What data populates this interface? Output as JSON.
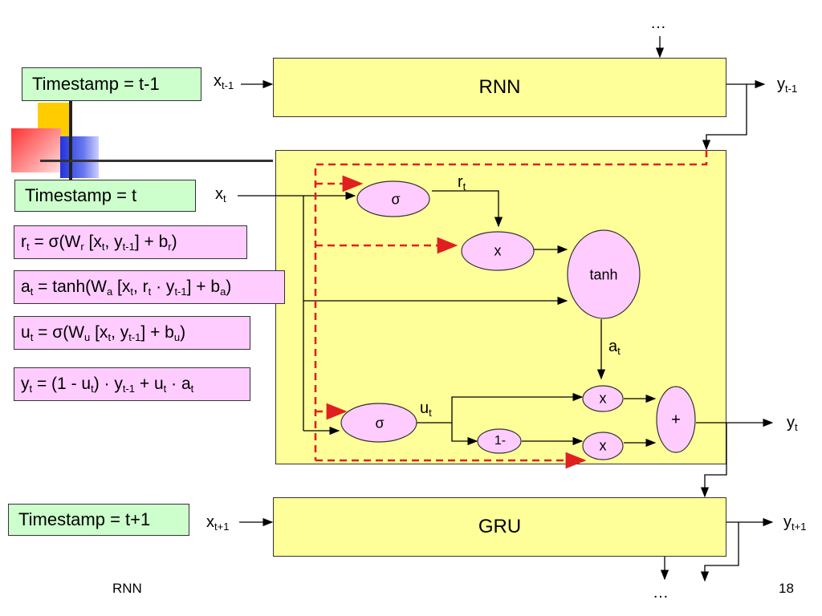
{
  "top_ellipsis": "…",
  "bottom_ellipsis": "…",
  "footer": {
    "left": "RNN",
    "page_number": "18"
  },
  "timestamps": [
    "Timestamp = t-1",
    "Timestamp = t",
    "Timestamp = t+1"
  ],
  "blocks": {
    "prev": "RNN",
    "next": "GRU"
  },
  "equations": {
    "r": {
      "pre": "r",
      "pre_sub": "t",
      "a": " = σ(W",
      "a_sub": "r",
      "b": " [x",
      "b_sub": "t",
      "c": ", y",
      "c_sub": "t-1",
      "d": "] + b",
      "d_sub": "r",
      "e": ")"
    },
    "a": {
      "pre": "a",
      "pre_sub": "t",
      "a": " = tanh(W",
      "a_sub": "a",
      "b": " [x",
      "b_sub": "t",
      "c": ", r",
      "c_sub": "t",
      "c2": " · y",
      "c2_sub": "t-1",
      "d": "] + b",
      "d_sub": "a",
      "e": ")"
    },
    "u": {
      "pre": "u",
      "pre_sub": "t",
      "a": " = σ(W",
      "a_sub": "u",
      "b": " [x",
      "b_sub": "t",
      "c": ", y",
      "c_sub": "t-1",
      "d": "] + b",
      "d_sub": "u",
      "e": ")"
    },
    "y": {
      "pre": "y",
      "pre_sub": "t",
      "a": " = (1 - u",
      "a_sub": "t",
      "b": ") · y",
      "b_sub": "t-1",
      "c": " + u",
      "c_sub": "t",
      "d": " · a",
      "d_sub": "t"
    }
  },
  "io": {
    "x_prev": {
      "base": "x",
      "sub": "t-1"
    },
    "y_prev": {
      "base": "y",
      "sub": "t-1"
    },
    "x_cur": {
      "base": "x",
      "sub": "t"
    },
    "y_cur": {
      "base": "y",
      "sub": "t"
    },
    "x_next": {
      "base": "x",
      "sub": "t+1"
    },
    "y_next": {
      "base": "y",
      "sub": "t+1"
    }
  },
  "nodes": {
    "sigma_r": "σ",
    "mult_r": "x",
    "tanh": "tanh",
    "sigma_u": "σ",
    "one_minus": "1-",
    "mult_a": "x",
    "mult_y": "x",
    "plus": "+"
  },
  "signals": {
    "r": {
      "base": "r",
      "sub": "t"
    },
    "a": {
      "base": "a",
      "sub": "t"
    },
    "u": {
      "base": "u",
      "sub": "t"
    }
  },
  "colors": {
    "yellow": "#ffff99",
    "green": "#ccffcc",
    "pink": "#ffccff",
    "dashed_red": "#e02020"
  }
}
